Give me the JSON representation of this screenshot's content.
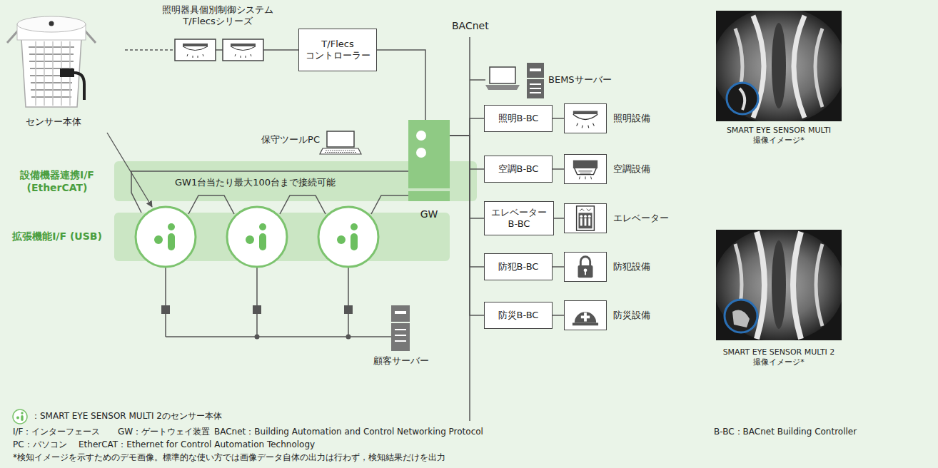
{
  "diagram": {
    "nodes": [
      {
        "text": [
          "T/Flecs コントローラー"
        ]
      },
      {
        "text": [
          "GW"
        ]
      },
      {
        "text": [
          "照明B-BC"
        ]
      },
      {
        "text": [
          "照明設備"
        ]
      },
      {
        "text": [
          "空調B-BC"
        ]
      },
      {
        "text": [
          "空調設備"
        ]
      },
      {
        "text": [
          "エレベーター B-BC"
        ]
      },
      {
        "text": [
          "エレベーター"
        ]
      },
      {
        "text": [
          "防犯B-BC"
        ]
      },
      {
        "text": [
          "防犯設備"
        ]
      },
      {
        "text": [
          "防災B-BC"
        ]
      },
      {
        "text": [
          "防災設備"
        ]
      },
      {
        "text": [
          "設備機器連携I/F (EtherCAT)",
          "GW1台当たり最大100台まで接続可能"
        ]
      },
      {
        "text": [
          "拡張機能I/F (USB)"
        ]
      }
    ],
    "edges": [
      {
        "from": 0,
        "to": 1,
        "arrow": "none"
      },
      {
        "from": 1,
        "to": 2,
        "arrow": "none"
      },
      {
        "from": 1,
        "to": 4,
        "arrow": "none"
      },
      {
        "from": 1,
        "to": 6,
        "arrow": "none"
      },
      {
        "from": 1,
        "to": 8,
        "arrow": "none"
      },
      {
        "from": 1,
        "to": 10,
        "arrow": "none"
      },
      {
        "from": 2,
        "to": 3,
        "arrow": "none"
      },
      {
        "from": 4,
        "to": 5,
        "arrow": "none"
      },
      {
        "from": 6,
        "to": 7,
        "arrow": "none"
      },
      {
        "from": 8,
        "to": 9,
        "arrow": "none"
      },
      {
        "from": 10,
        "to": 11,
        "arrow": "none"
      }
    ],
    "labels": [
      "照明器具個別制御システム T/Flecsシリーズ",
      "BACnet",
      "BEMSサーバー",
      "センサー本体",
      "保守ツールPC",
      "顧客サーバー",
      "SMART EYE SENSOR MULTI 撮像イメージ*",
      "SMART EYE SENSOR MULTI 2 撮像イメージ*",
      "I/F：インターフェース",
      "GW：ゲートウェイ装置",
      "BACnet：Building Automation and Control Networking Protocol",
      "B-BC：BACnet Building Controller",
      "PC：パソコン",
      "EtherCAT：Ethernet for Control Automation Technology",
      "*検知イメージを示すためのデモ画像。標準的な使い方では画像データ自体の出力は行わず，検知結果だけを出力"
    ],
    "legend": [
      {
        "text": "：SMART EYE SENSOR MULTI 2のセンサー本体"
      }
    ]
  }
}
